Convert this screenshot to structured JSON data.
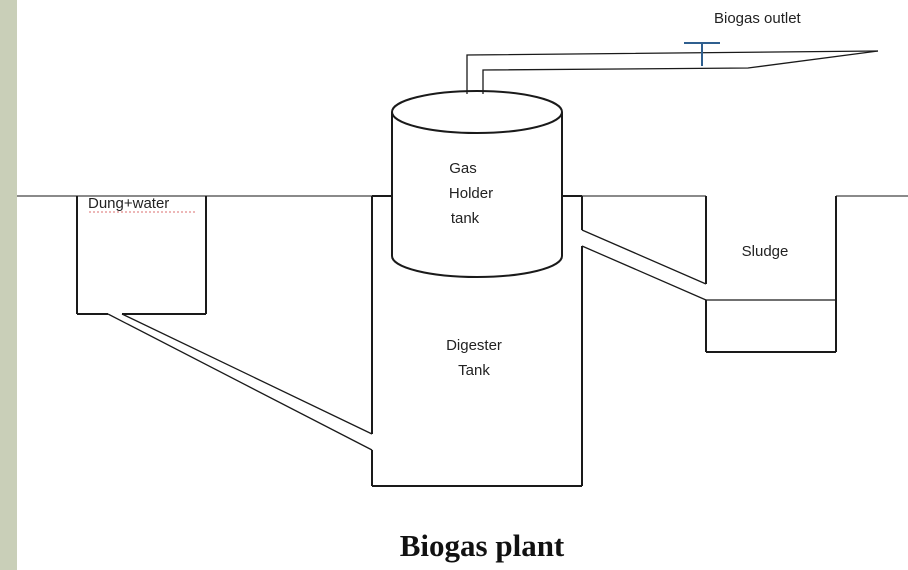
{
  "diagram": {
    "title": "Biogas plant",
    "labels": {
      "biogas_outlet": "Biogas outlet",
      "inlet_tank": "Dung+water",
      "gas_holder_line1": "Gas",
      "gas_holder_line2": "Holder",
      "gas_holder_line3": "tank",
      "outlet_tank": "Sludge",
      "digester_line1": "Digester",
      "digester_line2": "Tank"
    }
  },
  "colors": {
    "side_strip": "#c9cfb8",
    "background": "#ffffff",
    "lines": "#1a1a1a"
  }
}
